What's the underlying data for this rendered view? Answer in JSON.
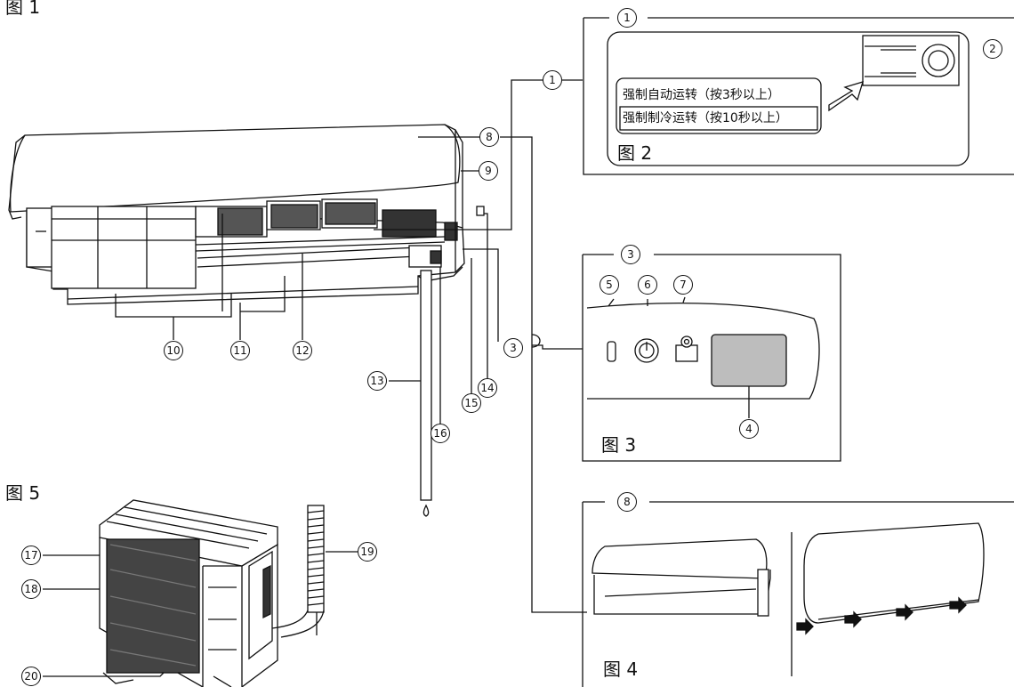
{
  "figures": {
    "fig1": "图 1",
    "fig2": "图 2",
    "fig3": "图 3",
    "fig4": "图 4",
    "fig5": "图 5"
  },
  "fig2_panel": {
    "forced_auto": "强制自动运转（按3秒以上）",
    "forced_cool": "强制制冷运转（按10秒以上）"
  },
  "callouts": {
    "c1": "1",
    "c1_top": "1",
    "c2": "2",
    "c3": "3",
    "c3_top": "3",
    "c4": "4",
    "c5": "5",
    "c6": "6",
    "c7": "7",
    "c8": "8",
    "c8_top": "8",
    "c9": "9",
    "c10": "10",
    "c11": "11",
    "c12": "12",
    "c13": "13",
    "c14": "14",
    "c15": "15",
    "c16": "16",
    "c17": "17",
    "c18": "18",
    "c19": "19",
    "c20": "20"
  },
  "icons": [
    "power-button-icon",
    "signal-receiver-icon",
    "arrow-icon"
  ]
}
